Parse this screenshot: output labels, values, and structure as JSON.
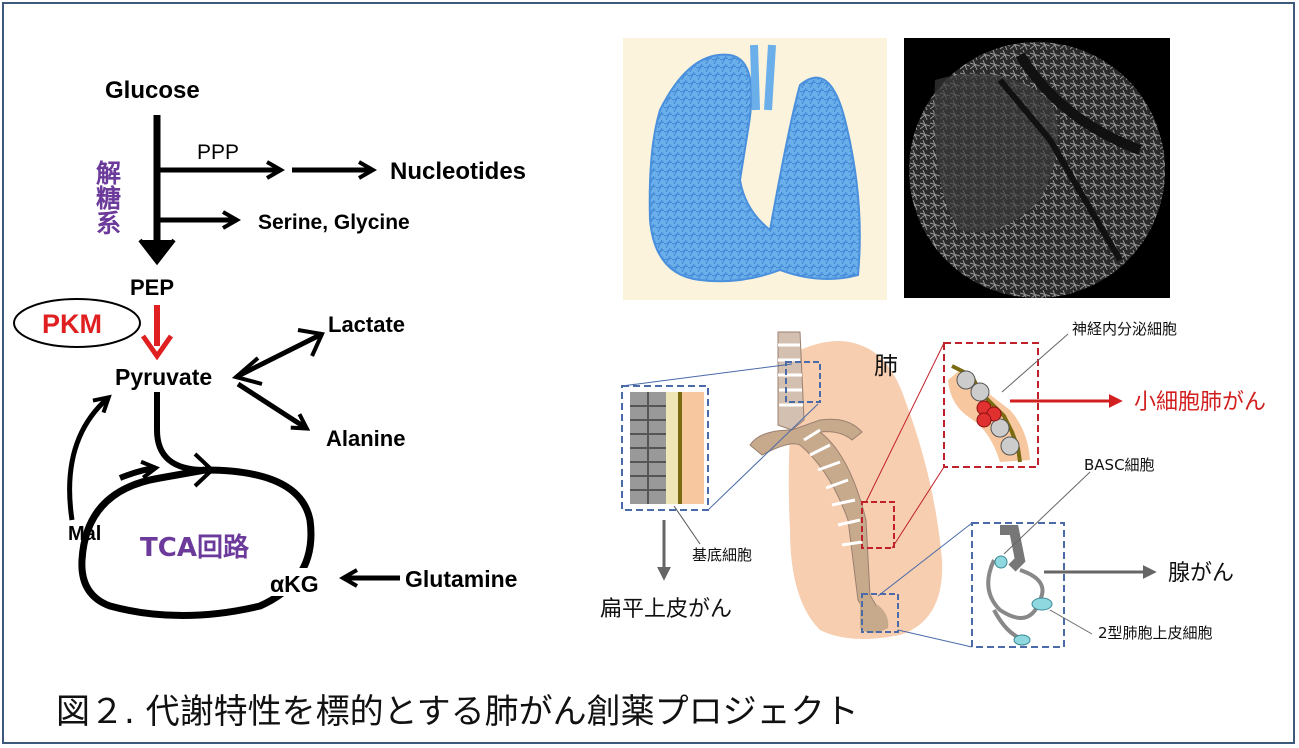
{
  "pathway": {
    "glucose": "Glucose",
    "ppp": "PPP",
    "nucleotides": "Nucleotides",
    "serine_glycine": "Serine, Glycine",
    "glycolysis": "解糖系",
    "pep": "PEP",
    "pkm": "PKM",
    "pyruvate": "Pyruvate",
    "lactate": "Lactate",
    "alanine": "Alanine",
    "mal": "Mal",
    "tca": "TCA回路",
    "akg": "αKG",
    "glutamine": "Glutamine"
  },
  "lung": {
    "lung_label": "肺",
    "neuroendocrine": "神経内分泌細胞",
    "small_cell": "小細胞肺がん",
    "basc": "BASC細胞",
    "adeno": "腺がん",
    "type2": "2型肺胞上皮細胞",
    "basal": "基底細胞",
    "squamous": "扁平上皮がん"
  },
  "caption": "図２. 代謝特性を標的とする肺がん創薬プロジェクト",
  "colors": {
    "frame": "#3d5a7a",
    "glycolysis": "#6b3a9a",
    "pkm": "#e02020",
    "small_cell": "#d21f1f",
    "lung_fill": "#f6c9a6",
    "blue_lung": "#5aa0e6",
    "dashed_blue": "#4a6aa8",
    "dashed_red": "#c0202a"
  }
}
